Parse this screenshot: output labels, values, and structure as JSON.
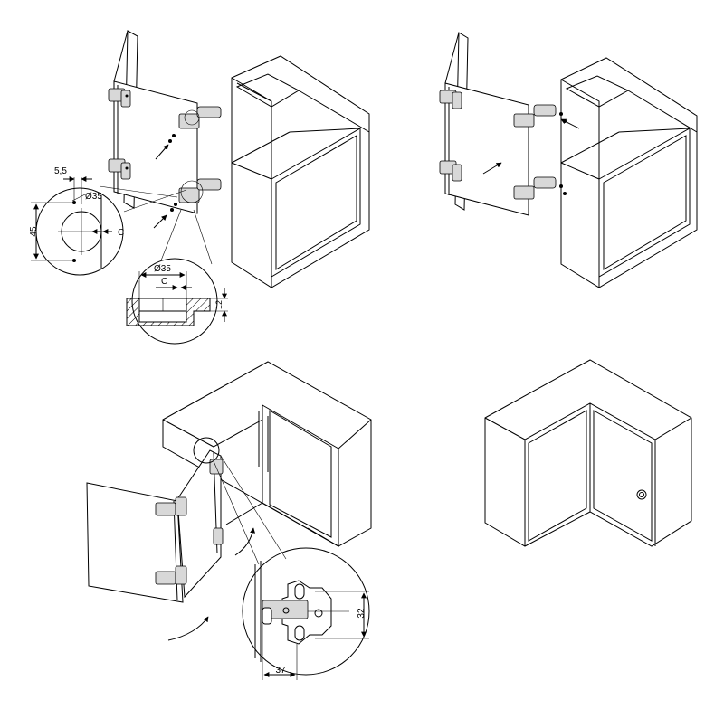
{
  "dimensions": {
    "top_offset": "5,5",
    "cup_diameter_detail": "Ø35",
    "hole_center_distance": "C",
    "hole_spacing": "45",
    "cup_diameter_section": "Ø35",
    "section_offset": "C",
    "cup_depth": "12",
    "plate_height": "32",
    "plate_width": "37"
  },
  "step_labels": []
}
